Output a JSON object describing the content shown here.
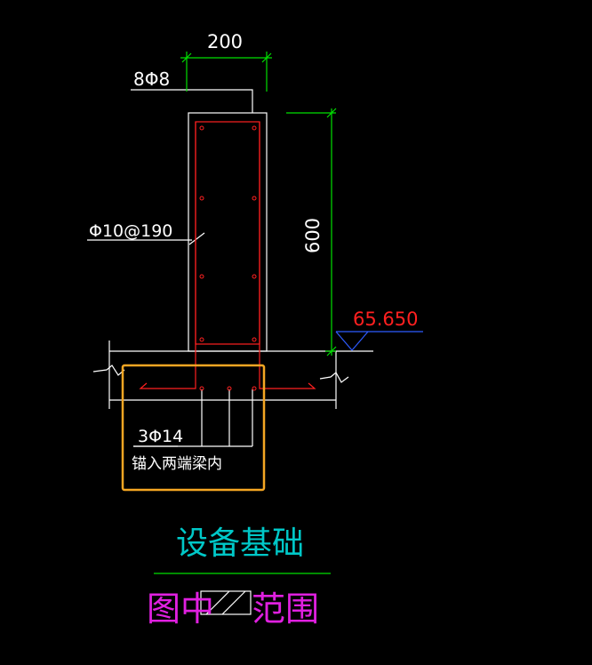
{
  "labels": {
    "width_dim": "200",
    "height_dim": "600",
    "top_rebar": "8Φ8",
    "stirrup": "Φ10@190",
    "elevation": "65.650",
    "bottom_rebar": "3Φ14",
    "anchor_note": "锚入两端梁内",
    "title": "设备基础",
    "legend_left": "图中",
    "legend_right": "范围"
  },
  "colors": {
    "background": "#000000",
    "outline": "#ffffff",
    "rebar": "#ff2020",
    "dimension": "#00e000",
    "elevation": "#ff2020",
    "elevation_mark": "#2d5bff",
    "highlight": "#f5a623",
    "title": "#00c8c8",
    "legend": "#e020e0"
  }
}
